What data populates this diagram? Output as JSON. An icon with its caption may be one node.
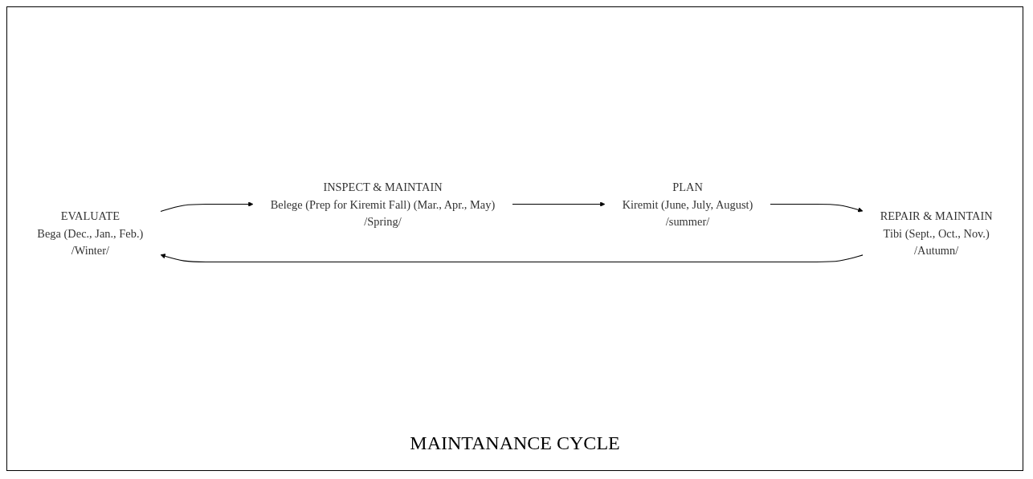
{
  "diagram": {
    "nodes": [
      {
        "text": [
          "EVALUATE",
          "Bega (Dec., Jan., Feb.)",
          "/Winter/"
        ]
      },
      {
        "text": [
          "INSPECT & MAINTAIN",
          "Belege (Prep for Kiremit Fall) (Mar., Apr., May)",
          "/Spring/"
        ]
      },
      {
        "text": [
          "PLAN",
          "Kiremit (June, July, August)",
          "/summer/"
        ]
      },
      {
        "text": [
          "REPAIR & MAINTAIN",
          "Tibi (Sept., Oct., Nov.)",
          "/Autumn/"
        ]
      }
    ],
    "edges": [
      {
        "from": 0,
        "to": 1,
        "arrow": "to"
      },
      {
        "from": 1,
        "to": 2,
        "arrow": "to"
      },
      {
        "from": 2,
        "to": 3,
        "arrow": "to"
      },
      {
        "from": 3,
        "to": 0,
        "arrow": "to"
      }
    ],
    "labels": [
      "MAINTANANCE CYCLE"
    ]
  }
}
